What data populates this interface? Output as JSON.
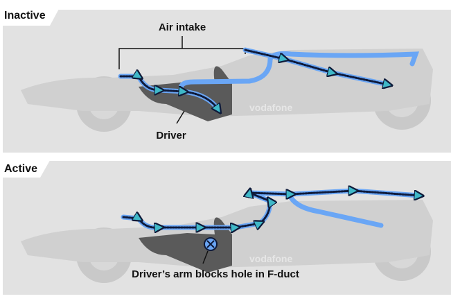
{
  "panels": [
    {
      "tab": "Inactive",
      "labels": {
        "air_intake": "Air intake",
        "driver": "Driver"
      }
    },
    {
      "tab": "Active",
      "labels": {
        "driver_arm": "Driver’s arm blocks hole in F-duct"
      }
    }
  ],
  "car_sponsor": "vodafone",
  "colors": {
    "flow_blue": "#6aa6f5",
    "flow_dash": "#0e1a3a",
    "arrow": "#3fb8c8",
    "panel_bg": "#e2e2e2"
  }
}
